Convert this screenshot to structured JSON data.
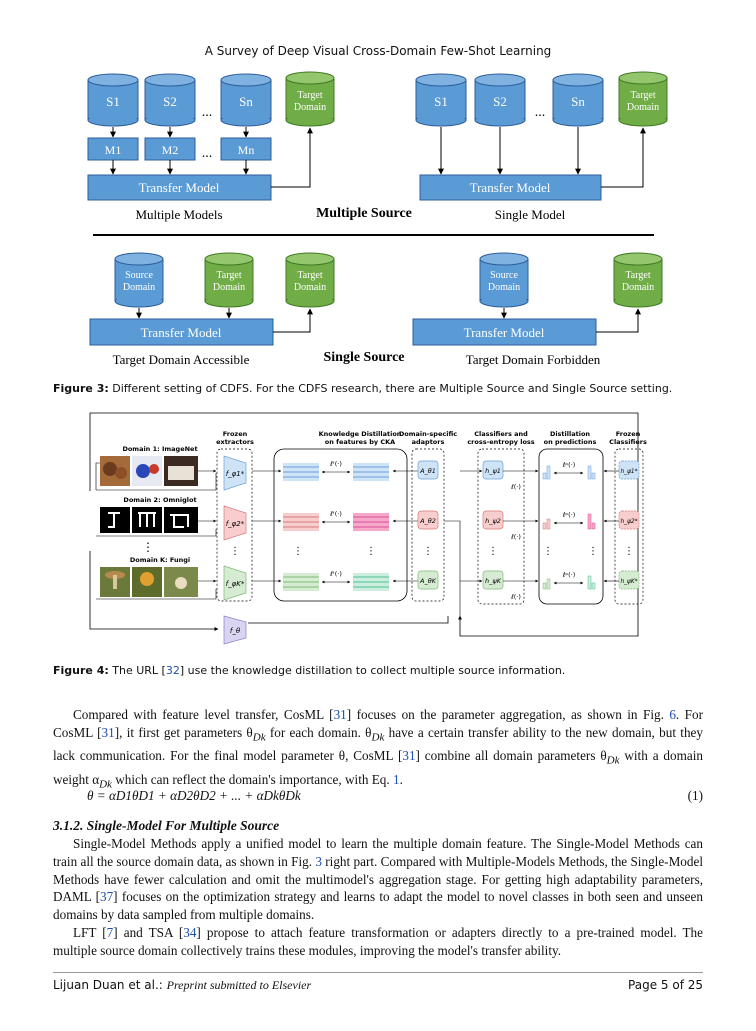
{
  "header": {
    "running_title": "A Survey of Deep Visual Cross-Domain Few-Shot Learning"
  },
  "figure3": {
    "multi_left": {
      "sources": [
        "S1",
        "S2",
        "Sn"
      ],
      "models": [
        "M1",
        "M2",
        "Mn"
      ],
      "dots": "...",
      "target": [
        "Target",
        "Domain"
      ],
      "transfer": "Transfer Model",
      "caption": "Multiple Models"
    },
    "multi_right": {
      "sources": [
        "S1",
        "S2",
        "Sn"
      ],
      "dots": "...",
      "target": [
        "Target",
        "Domain"
      ],
      "transfer": "Transfer Model",
      "caption": "Single Model"
    },
    "multiple_source_label": "Multiple Source",
    "single_left": {
      "source": [
        "Source",
        "Domain"
      ],
      "target_mid": [
        "Target",
        "Domain"
      ],
      "target": [
        "Target",
        "Domain"
      ],
      "transfer": "Transfer Model",
      "caption": "Target Domain Accessible"
    },
    "single_right": {
      "source": [
        "Source",
        "Domain"
      ],
      "target": [
        "Target",
        "Domain"
      ],
      "transfer": "Transfer Model",
      "caption": "Target Domain Forbidden"
    },
    "single_source_label": "Single Source",
    "colors": {
      "blue": "#5b9bd5",
      "blue_dark": "#2e5e9a",
      "green": "#70ad47",
      "green_dark": "#3f7a24"
    }
  },
  "figure3_caption": {
    "label": "Figure 3:",
    "text": " Different setting of CDFS. For the CDFS research, there are Multiple Source and Single Source setting."
  },
  "figure4": {
    "domains": [
      "Domain 1: ImageNet",
      "Domain 2: Omniglot",
      "Domain K: Fungi"
    ],
    "vdots": "⋮",
    "headers": {
      "frozen_extractors": [
        "Frozen",
        "extractors"
      ],
      "kd": [
        "Knowledge Distillation",
        "on features by CKA"
      ],
      "adaptors": [
        "Domain-specific",
        "adaptors"
      ],
      "classifiers": [
        "Classifiers and",
        "cross-entropy loss"
      ],
      "distillation": [
        "Distillation",
        "on predictions"
      ],
      "frozen_classifiers": [
        "Frozen",
        "Classifiers"
      ]
    },
    "extractor_labels": [
      "f_φ1*",
      "f_φ2*",
      "f_φK*"
    ],
    "student_label": "f_θ",
    "kd_loss": "ℓᶠ(·)",
    "pred_loss": "ℓᵖ(·)",
    "ce_loss": "ℓ(·)",
    "adaptor_labels": [
      "A_θ1",
      "A_θ2",
      "A_θK"
    ],
    "classifier_labels": [
      "h_ψ1",
      "h_ψ2",
      "h_ψK"
    ],
    "frozen_classifier_labels": [
      "h_ψ1*",
      "h_ψ2*",
      "h_ψK*"
    ],
    "colors": {
      "row1": "#9ec5f0",
      "row2": "#f2a3a3",
      "row3": "#a8d8a2",
      "student": "#b9b0e0"
    }
  },
  "figure4_caption": {
    "label": "Figure 4:",
    "text_a": " The URL [",
    "ref": "32",
    "text_b": "] use the knowledge distillation to collect multiple source information."
  },
  "paragraph1": {
    "t1": "Compared with feature level transfer, CosML [",
    "r1": "31",
    "t2": "] focuses on the parameter aggregation, as shown in Fig. ",
    "r2": "6",
    "t3": ". For CosML [",
    "r3": "31",
    "t4": "], it first get parameters θ",
    "s1": "Dk",
    "t5": " for each domain. θ",
    "s2": "Dk",
    "t6": " have a certain transfer ability to the new domain, but they lack communication. For the final model parameter θ, CosML [",
    "r4": "31",
    "t7": "] combine all domain parameters θ",
    "s3": "Dk",
    "t8": " with a domain weight α",
    "s4": "Dk",
    "t9": " which can reflect the domain's importance, with Eq. ",
    "r5": "1",
    "t10": "."
  },
  "equation": {
    "text": "θ = αD1θD1 + αD2θD2 + ... + αDkθDk",
    "number": "(1)"
  },
  "section": {
    "heading": "3.1.2.  Single-Model For Multiple Source"
  },
  "paragraph2": {
    "t1": "Single-Model Methods apply a unified model to learn the multiple domain feature. The Single-Model Methods can train all the source domain data, as shown in Fig. ",
    "r1": "3",
    "t2": " right part. Compared with Multiple-Models Methods, the Single-Model Methods have fewer calculation and omit the multimodel's aggregation stage.  For getting high adaptability parameters, DAML [",
    "r2": "37",
    "t3": "] focuses on the optimization strategy and learns to adapt the model to novel classes in both seen and unseen domains by data sampled from multiple domains."
  },
  "paragraph3": {
    "t1": "LFT [",
    "r1": "7",
    "t2": "] and TSA [",
    "r2": "34",
    "t3": "] propose to attach feature transformation or adapters directly to a pre-trained model.  The multiple source domain collectively trains these modules, improving the model's transfer ability."
  },
  "footer": {
    "author": "Lijuan Duan et al.: ",
    "journal": "Preprint submitted to Elsevier",
    "page": "Page 5 of 25"
  }
}
